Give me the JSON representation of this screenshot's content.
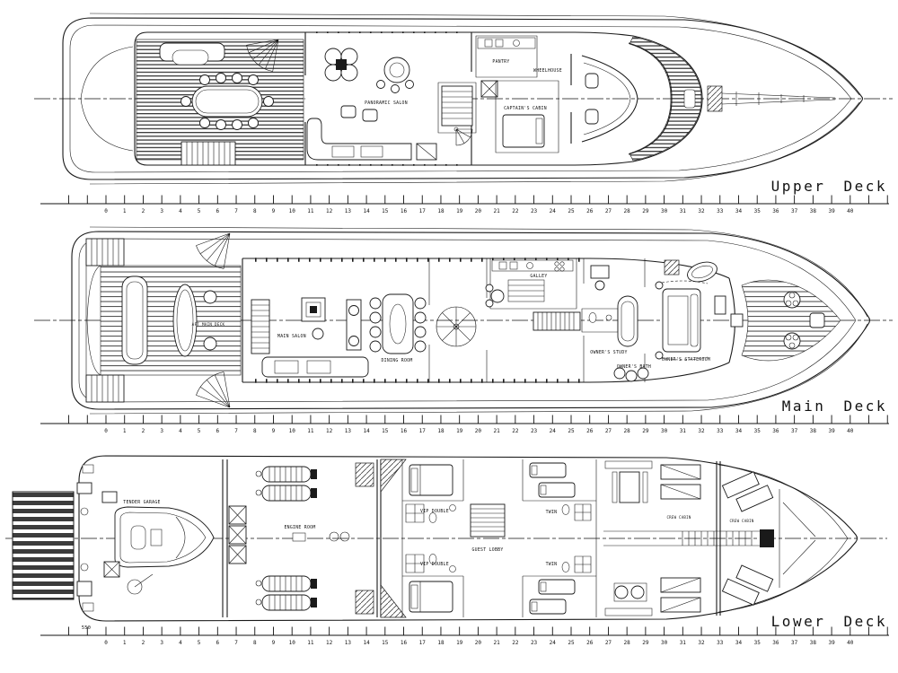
{
  "decks": [
    {
      "label": "Upper Deck",
      "rooms": {
        "salon": "PANORAMIC SALON",
        "pantry": "PANTRY",
        "captain": "CAPTAIN'S CABIN",
        "wheelhouse": "WHEELHOUSE"
      }
    },
    {
      "label": "Main Deck",
      "rooms": {
        "aft_deck": "AFT MAIN DECK",
        "salon": "MAIN SALON",
        "dining": "DINING ROOM",
        "galley": "GALLEY",
        "study": "OWNER'S STUDY",
        "bath": "OWNER'S BATH",
        "stateroom": "OWNER'S STATEROOM"
      }
    },
    {
      "label": "Lower Deck",
      "rooms": {
        "tender": "TENDER GARAGE",
        "engine": "ENGINE ROOM",
        "lobby": "GUEST LOBBY",
        "double_port": "VIP DOUBLE",
        "double_stbd": "VIP DOUBLE",
        "twin_port": "TWIN",
        "twin_stbd": "TWIN",
        "crew_aft": "CREW CABIN",
        "crew_fwd": "CREW CABIN"
      },
      "annotation": "550"
    }
  ],
  "ruler": {
    "numbers": [
      0,
      1,
      2,
      3,
      4,
      5,
      6,
      7,
      8,
      9,
      10,
      11,
      12,
      13,
      14,
      15,
      16,
      17,
      18,
      19,
      20,
      21,
      22,
      23,
      24,
      25,
      26,
      27,
      28,
      29,
      30,
      31,
      32,
      33,
      34,
      35,
      36,
      37,
      38,
      39,
      40
    ]
  }
}
